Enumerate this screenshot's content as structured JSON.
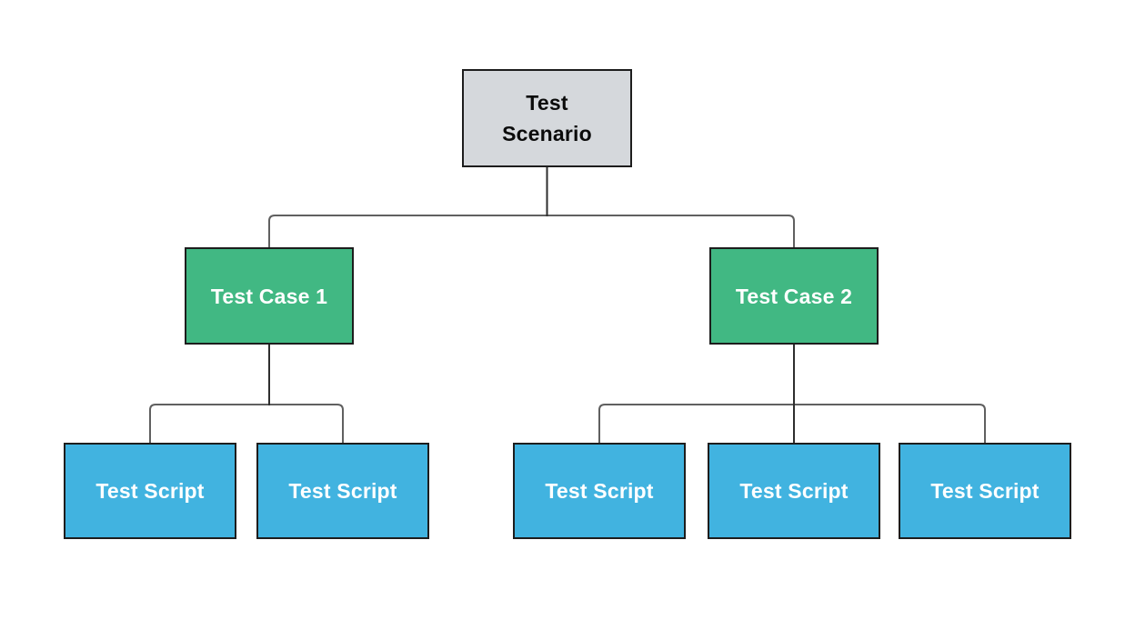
{
  "diagram": {
    "type": "tree",
    "background_color": "#ffffff",
    "border_color": "#1d1d1d",
    "connector_color": "#606060",
    "root": {
      "id": "test-scenario",
      "label": "Test Scenario",
      "fill": "#d5d8dc",
      "text_color": "#0b0b0b"
    },
    "cases": [
      {
        "id": "test-case-1",
        "label": "Test Case 1",
        "fill": "#41b883",
        "text_color": "#ffffff",
        "scripts": [
          {
            "id": "test-script-1",
            "label": "Test Script",
            "fill": "#41b3e0",
            "text_color": "#ffffff"
          },
          {
            "id": "test-script-2",
            "label": "Test Script",
            "fill": "#41b3e0",
            "text_color": "#ffffff"
          }
        ]
      },
      {
        "id": "test-case-2",
        "label": "Test Case 2",
        "fill": "#41b883",
        "text_color": "#ffffff",
        "scripts": [
          {
            "id": "test-script-3",
            "label": "Test Script",
            "fill": "#41b3e0",
            "text_color": "#ffffff"
          },
          {
            "id": "test-script-4",
            "label": "Test Script",
            "fill": "#41b3e0",
            "text_color": "#ffffff"
          },
          {
            "id": "test-script-5",
            "label": "Test Script",
            "fill": "#41b3e0",
            "text_color": "#ffffff"
          }
        ]
      }
    ],
    "edges": [
      {
        "from": "test-scenario",
        "to": "test-case-1"
      },
      {
        "from": "test-scenario",
        "to": "test-case-2"
      },
      {
        "from": "test-case-1",
        "to": "test-script-1"
      },
      {
        "from": "test-case-1",
        "to": "test-script-2"
      },
      {
        "from": "test-case-2",
        "to": "test-script-3"
      },
      {
        "from": "test-case-2",
        "to": "test-script-4"
      },
      {
        "from": "test-case-2",
        "to": "test-script-5"
      }
    ]
  }
}
